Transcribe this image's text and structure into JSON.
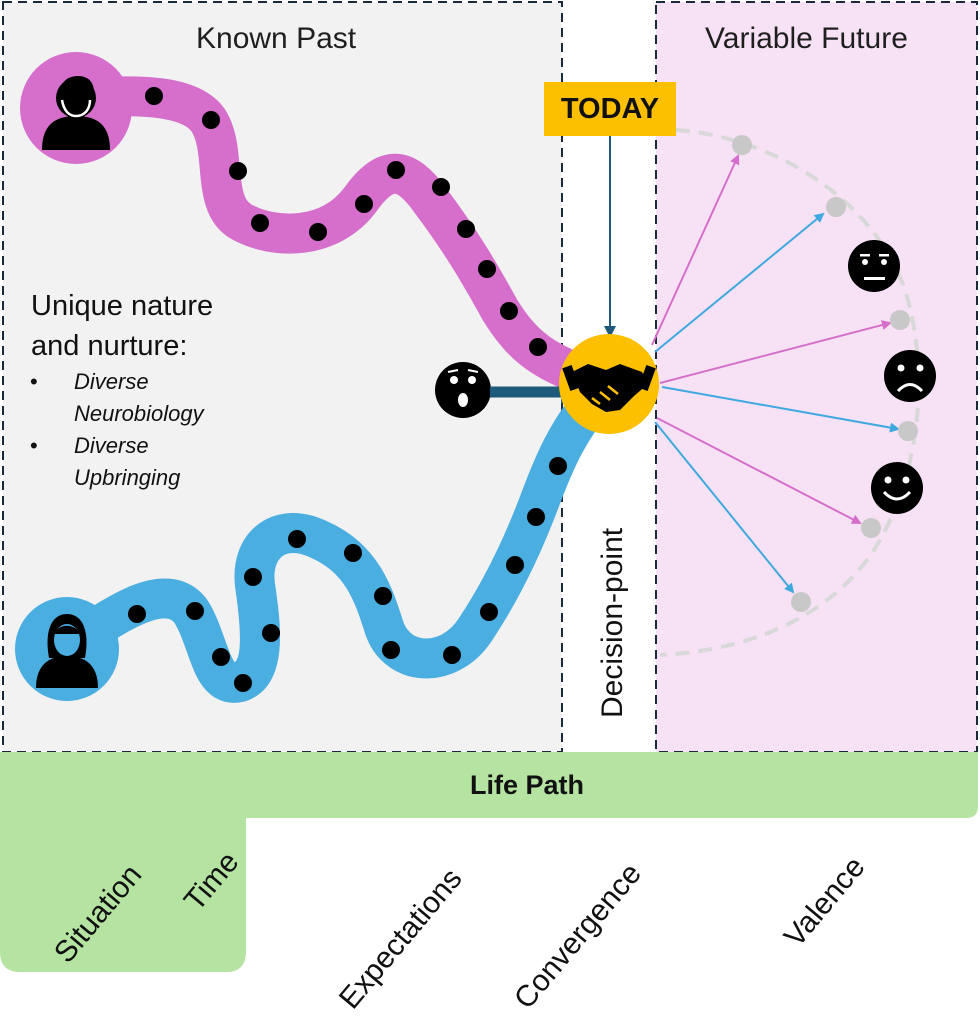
{
  "regions": {
    "known_past": "Known Past",
    "variable_future": "Variable Future"
  },
  "today_label": "TODAY",
  "decision_point_label": "Decision-point",
  "unique_text": {
    "line1": "Unique nature",
    "line2": "and nurture:",
    "bullets": [
      "Diverse Neurobiology",
      "Diverse Upbringing"
    ]
  },
  "life_path_label": "Life Path",
  "axis_labels": [
    "Situation",
    "Time",
    "Expectations",
    "Convergence",
    "Valence"
  ],
  "colors": {
    "known_past_bg": "#f2f2f2",
    "future_bg": "#f7e2f5",
    "life_path_green": "#b5e3a2",
    "person1_path": "#d56fcb",
    "person2_path": "#4aaee0",
    "today_yellow": "#fdc000",
    "arrow_dark": "#1e5a7a",
    "arrow_pink": "#d56fcb",
    "arrow_blue": "#3fa9df"
  },
  "icons": {
    "person_top": "man-icon",
    "person_bottom": "woman-icon",
    "surprised_face": "surprised-face-icon",
    "handshake": "handshake-icon",
    "faces": [
      "neutral-face-icon",
      "sad-face-icon",
      "happy-face-icon"
    ]
  }
}
